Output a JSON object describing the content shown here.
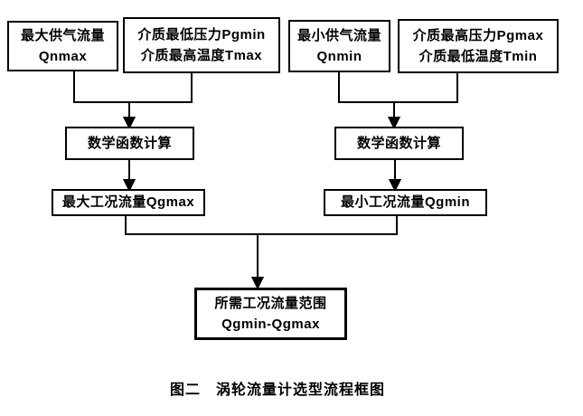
{
  "diagram": {
    "type": "flowchart",
    "line_color": "#000000",
    "background": "#ffffff"
  },
  "nodes": {
    "qnmax": {
      "line1": "最大供气流量",
      "line2": "Qnmax"
    },
    "pgmin_tmax": {
      "line1": "介质最低压力Pgmin",
      "line2": "介质最高温度Tmax"
    },
    "qnmin": {
      "line1": "最小供气流量",
      "line2": "Qnmin"
    },
    "pgmax_tmin": {
      "line1": "介质最高压力Pgmax",
      "line2": "介质最低温度Tmin"
    },
    "math_left": {
      "line1": "数学函数计算"
    },
    "math_right": {
      "line1": "数学函数计算"
    },
    "qgmax": {
      "line1": "最大工况流量Qgmax"
    },
    "qgmin": {
      "line1": "最小工况流量Qgmin"
    },
    "result": {
      "line1": "所需工况流量范围",
      "line2": "Qgmin-Qgmax"
    }
  },
  "caption": "图二　涡轮流量计选型流程框图"
}
